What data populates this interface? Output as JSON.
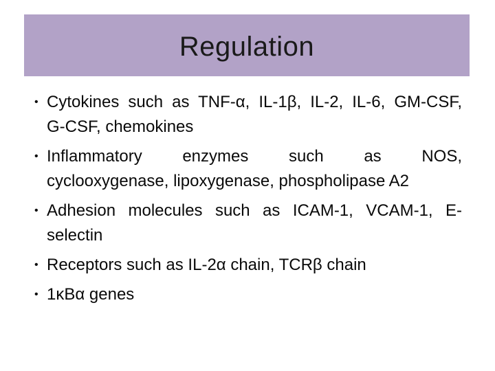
{
  "slide": {
    "title": "Regulation",
    "marker_glyph": "•",
    "colors": {
      "band_bg": "#b2a2c7",
      "title_text": "#1a1a1a",
      "body_text": "#0a0a0a",
      "page_bg": "#ffffff"
    },
    "bullets": [
      {
        "lines": [
          "Cytokines such as TNF-α, IL-1β, IL-2, IL-6, GM-CSF,",
          "G-CSF, chemokines"
        ]
      },
      {
        "lines": [
          "Inflammatory enzymes such as NOS,",
          "cyclooxygenase, lipoxygenase, phospholipase A2"
        ]
      },
      {
        "lines": [
          "Adhesion molecules such as ICAM-1, VCAM-1, E-",
          "selectin"
        ]
      },
      {
        "lines": [
          "Receptors such as IL-2α chain, TCRβ chain"
        ]
      },
      {
        "lines": [
          "1κBα genes"
        ]
      }
    ]
  }
}
